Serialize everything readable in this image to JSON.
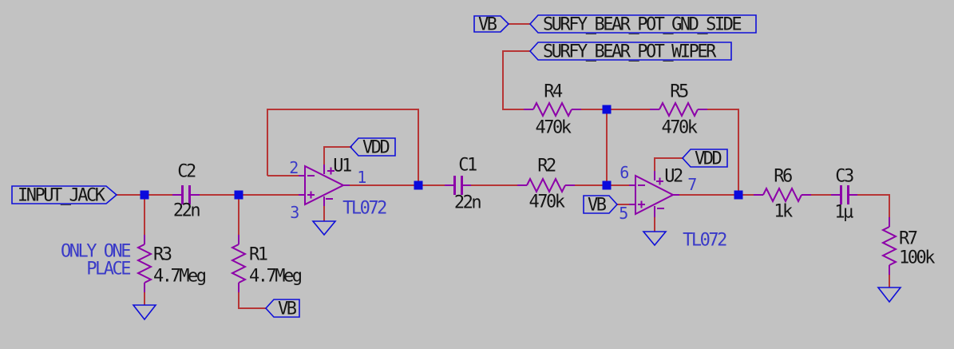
{
  "app": {
    "view": "schematic-canvas"
  },
  "colors": {
    "background": "#c2c2c2",
    "wire": "#b73535",
    "symbol": "#8c00a8",
    "graphic_blue": "#0f0fd8",
    "text_blue": "#3a3ac8",
    "text_black": "#151515"
  },
  "labels": {
    "input_jack": "INPUT_JACK",
    "vb": "VB",
    "vdd": "VDD",
    "pot_gnd_side": "SURFY_BEAR_POT_GND_SIDE",
    "pot_wiper": "SURFY_BEAR_POT_WIPER"
  },
  "note": {
    "line1": "ONLY ONE",
    "line2": "PLACE"
  },
  "components": {
    "C1": {
      "ref": "C1",
      "value": "22n"
    },
    "C2": {
      "ref": "C2",
      "value": "22n"
    },
    "C3": {
      "ref": "C3",
      "value": "1µ"
    },
    "R1": {
      "ref": "R1",
      "value": "4.7Meg"
    },
    "R2": {
      "ref": "R2",
      "value": "470k"
    },
    "R3": {
      "ref": "R3",
      "value": "4.7Meg"
    },
    "R4": {
      "ref": "R4",
      "value": "470k"
    },
    "R5": {
      "ref": "R5",
      "value": "470k"
    },
    "R6": {
      "ref": "R6",
      "value": "1k"
    },
    "R7": {
      "ref": "R7",
      "value": "100k"
    },
    "U1": {
      "ref": "U1",
      "value": "TL072",
      "pins": {
        "inverting": "2",
        "noninverting": "3",
        "output": "1"
      }
    },
    "U2": {
      "ref": "U2",
      "value": "TL072",
      "pins": {
        "inverting": "6",
        "noninverting": "5",
        "output": "7"
      }
    }
  }
}
